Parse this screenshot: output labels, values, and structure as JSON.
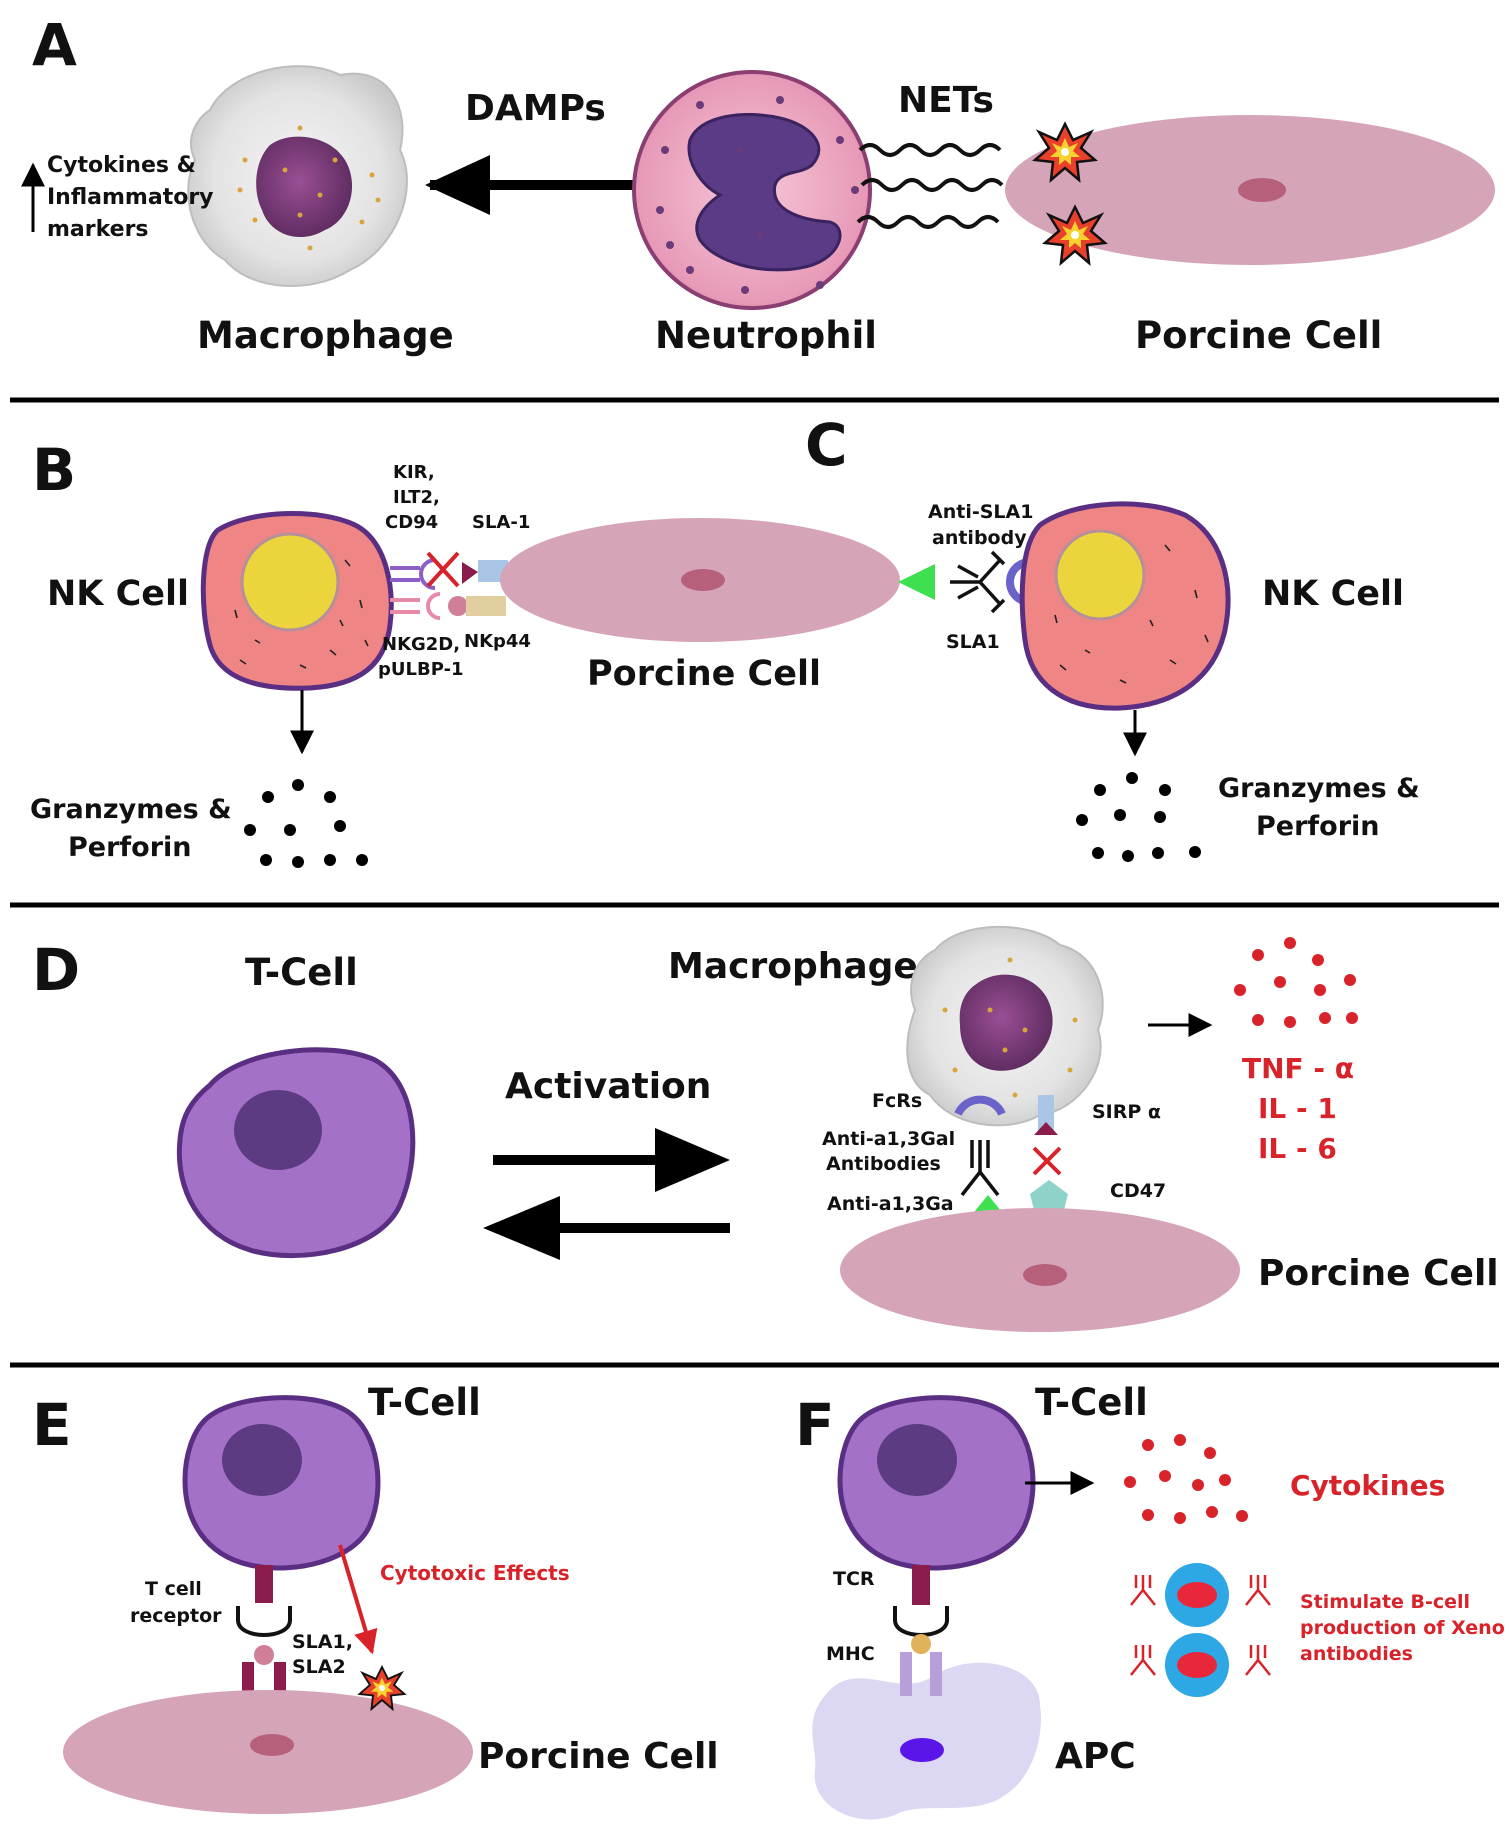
{
  "panels": {
    "A": {
      "letter": "A",
      "damps": "DAMPs",
      "nets": "NETs",
      "cytokines_line1": "Cytokines &",
      "cytokines_line2": "Inflammatory",
      "cytokines_line3": "markers",
      "macrophage": "Macrophage",
      "neutrophil": "Neutrophil",
      "porcine_cell": "Porcine Cell"
    },
    "B": {
      "letter": "B",
      "nk_cell": "NK Cell",
      "kir_line1": "KIR,",
      "kir_line2": "ILT2,",
      "kir_line3": "CD94",
      "sla1": "SLA-1",
      "nkg2d_line1": "NKG2D,",
      "nkg2d_line2": "pULBP-1",
      "nkp44": "NKp44",
      "porcine_cell": "Porcine Cell",
      "granzymes_line1": "Granzymes &",
      "granzymes_line2": "Perforin"
    },
    "C": {
      "letter": "C",
      "anti_sla1_line1": "Anti-SLA1",
      "anti_sla1_line2": "antibody",
      "sla1": "SLA1",
      "nk_cell": "NK Cell",
      "granzymes_line1": "Granzymes &",
      "granzymes_line2": "Perforin"
    },
    "D": {
      "letter": "D",
      "t_cell": "T-Cell",
      "macrophage": "Macrophage",
      "activation": "Activation",
      "fcrs": "FcRs",
      "anti_gal_line1": "Anti-a1,3Gal",
      "anti_gal_line2": "Antibodies",
      "anti_ga": "Anti-a1,3Ga",
      "sirp": "SIRP α",
      "cd47": "CD47",
      "tnf": "TNF - α",
      "il1": "IL - 1",
      "il6": "IL - 6",
      "porcine_cell": "Porcine Cell"
    },
    "E": {
      "letter": "E",
      "t_cell": "T-Cell",
      "tcr_line1": "T cell",
      "tcr_line2": "receptor",
      "sla_line1": "SLA1,",
      "sla_line2": "SLA2",
      "cytotoxic": "Cytotoxic Effects",
      "porcine_cell": "Porcine Cell"
    },
    "F": {
      "letter": "F",
      "t_cell": "T-Cell",
      "cytokines": "Cytokines",
      "tcr": "TCR",
      "mhc": "MHC",
      "bcell_line1": "Stimulate B-cell",
      "bcell_line2": "production of Xeno",
      "bcell_line3": "antibodies",
      "apc": "APC"
    }
  },
  "colors": {
    "porcine": "#d6a4b9",
    "porcine_nucleus": "#b6607c",
    "nk_cell": "#f08585",
    "nk_nucleus": "#ecd43c",
    "cell_border": "#5a2f83",
    "t_cell": "#a471c9",
    "t_nucleus": "#5d3b83",
    "accent_red": "#d8232a",
    "green_antigen": "#3ee04f",
    "cd47_teal": "#8fd2c9",
    "receptor_maroon": "#8a1d4b",
    "apc": "#dcd7f2",
    "bcell_blue": "#2ea8e4"
  }
}
